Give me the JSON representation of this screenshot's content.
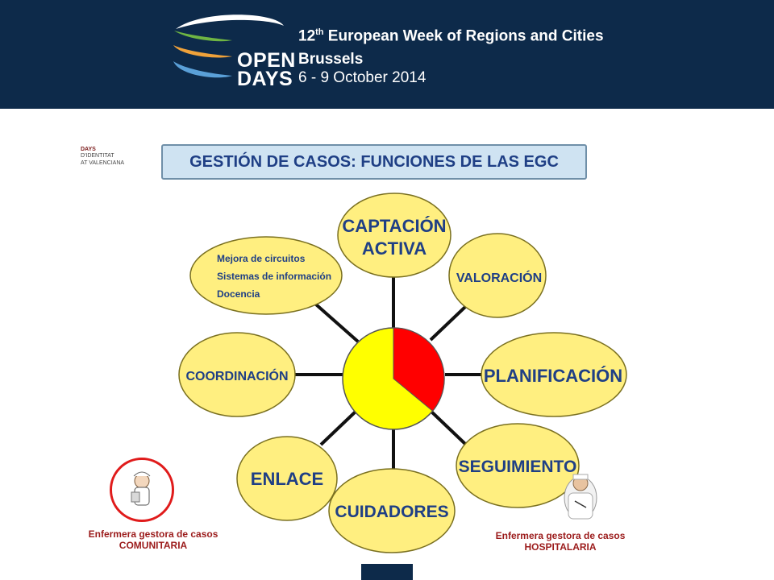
{
  "header": {
    "logo_line1": "OPEN",
    "logo_line2": "DAYS",
    "title_ordinal": "12",
    "title_suffix": "th",
    "title_rest": " European Week of Regions and Cities",
    "city": "Brussels",
    "dates": "6 - 9 October 2014"
  },
  "corner_logo": {
    "line1": "DAYS",
    "line2": "D'IDENTITAT",
    "line3": "AT VALENCIANA"
  },
  "slide_title": "GESTIÓN DE CASOS: FUNCIONES DE LAS EGC",
  "diagram": {
    "nodes": {
      "captacion": [
        "CAPTACIÓN",
        "ACTIVA"
      ],
      "valoracion": "VALORACIÓN",
      "planificacion": "PLANIFICACIÓN",
      "seguimiento": "SEGUIMIENTO",
      "cuidadores": "CUIDADORES",
      "enlace": "ENLACE",
      "coordinacion": "COORDINACIÓN",
      "otras": [
        "Mejora de circuitos",
        "Sistemas de información",
        "Docencia"
      ]
    },
    "center_pie": {
      "red_fraction": 0.36,
      "colors": {
        "yellow": "#ffff00",
        "red": "#ff0000"
      }
    },
    "node_fill": "#ffef80"
  },
  "captions": {
    "left_line1": "Enfermera gestora de casos",
    "left_line2": "COMUNITARIA",
    "right_line1": "Enfermera gestora de casos",
    "right_line2": "HOSPITALARIA"
  },
  "colors": {
    "header_bg": "#0d2a4a",
    "title_bg": "#cfe3f2",
    "text_blue": "#1f3f85",
    "caption_red": "#9b1b1b"
  }
}
